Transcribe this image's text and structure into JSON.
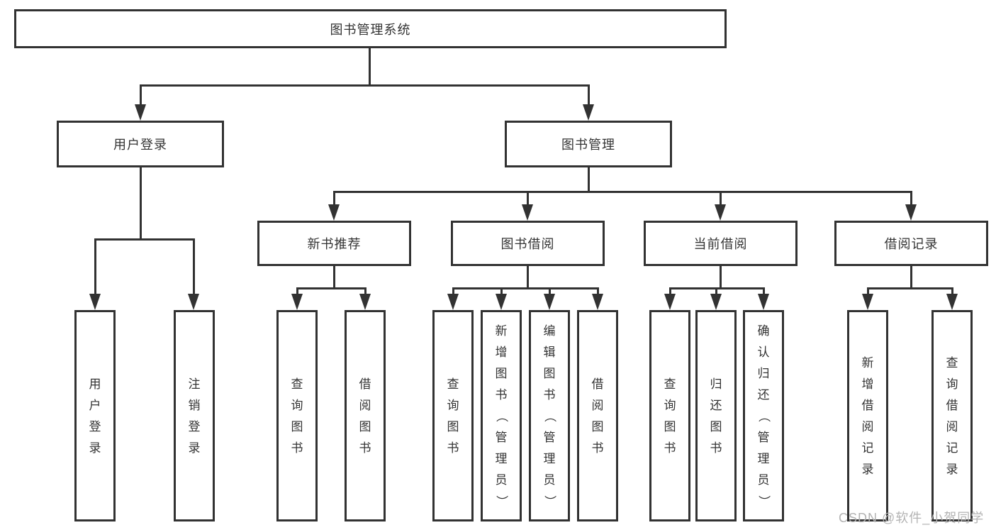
{
  "tree": {
    "root": {
      "label": "图书管理系统"
    },
    "branches": [
      {
        "label": "用户登录",
        "leaves": [
          {
            "label": "用户登录"
          },
          {
            "label": "注销登录"
          }
        ]
      },
      {
        "label": "图书管理",
        "sections": [
          {
            "label": "新书推荐",
            "leaves": [
              {
                "label": "查询图书"
              },
              {
                "label": "借阅图书"
              }
            ]
          },
          {
            "label": "图书借阅",
            "leaves": [
              {
                "label": "查询图书"
              },
              {
                "label": "新增图书（管理员）"
              },
              {
                "label": "编辑图书（管理员）"
              },
              {
                "label": "借阅图书"
              }
            ]
          },
          {
            "label": "当前借阅",
            "leaves": [
              {
                "label": "查询图书"
              },
              {
                "label": "归还图书"
              },
              {
                "label": "确认归还（管理员）"
              }
            ]
          },
          {
            "label": "借阅记录",
            "leaves": [
              {
                "label": "新增借阅记录"
              },
              {
                "label": "查询借阅记录"
              }
            ]
          }
        ]
      }
    ]
  },
  "watermark": {
    "text": "CSDN @软件_小贺同学"
  },
  "colors": {
    "line": "#323232",
    "text": "#333333",
    "background": "#ffffff",
    "watermark": "#b3b3b3"
  }
}
